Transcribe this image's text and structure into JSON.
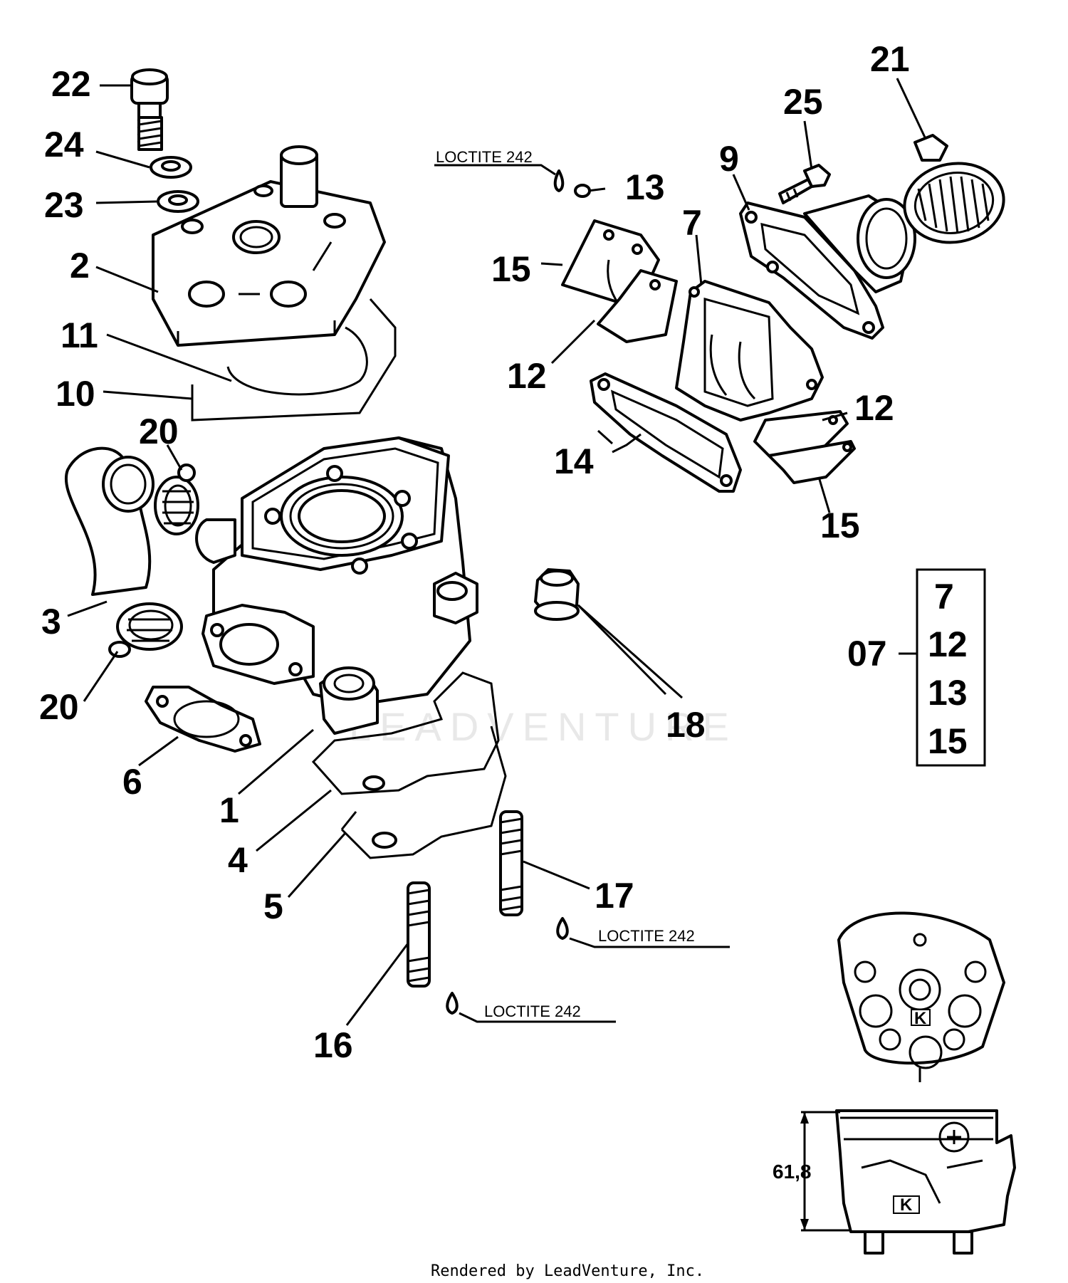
{
  "callouts": [
    {
      "id": "c22",
      "text": "22"
    },
    {
      "id": "c24",
      "text": "24"
    },
    {
      "id": "c23",
      "text": "23"
    },
    {
      "id": "c2",
      "text": "2"
    },
    {
      "id": "c11",
      "text": "11"
    },
    {
      "id": "c10",
      "text": "10"
    },
    {
      "id": "c20a",
      "text": "20"
    },
    {
      "id": "c3",
      "text": "3"
    },
    {
      "id": "c20b",
      "text": "20"
    },
    {
      "id": "c6",
      "text": "6"
    },
    {
      "id": "c1",
      "text": "1"
    },
    {
      "id": "c4",
      "text": "4"
    },
    {
      "id": "c5",
      "text": "5"
    },
    {
      "id": "c16",
      "text": "16"
    },
    {
      "id": "c17",
      "text": "17"
    },
    {
      "id": "c18",
      "text": "18"
    },
    {
      "id": "c13",
      "text": "13"
    },
    {
      "id": "c15a",
      "text": "15"
    },
    {
      "id": "c12a",
      "text": "12"
    },
    {
      "id": "c7",
      "text": "7"
    },
    {
      "id": "c9",
      "text": "9"
    },
    {
      "id": "c25",
      "text": "25"
    },
    {
      "id": "c21",
      "text": "21"
    },
    {
      "id": "c14",
      "text": "14"
    },
    {
      "id": "c12b",
      "text": "12"
    },
    {
      "id": "c15b",
      "text": "15"
    }
  ],
  "loctite": [
    "LOCTITE 242",
    "LOCTITE 242",
    "LOCTITE 242"
  ],
  "kit": {
    "label": "07",
    "items": [
      "7",
      "12",
      "13",
      "15"
    ]
  },
  "detail": {
    "dimension": "61,8",
    "marker": "K"
  },
  "watermark": "LEADVENTURE",
  "footer": "Rendered by LeadVenture, Inc."
}
